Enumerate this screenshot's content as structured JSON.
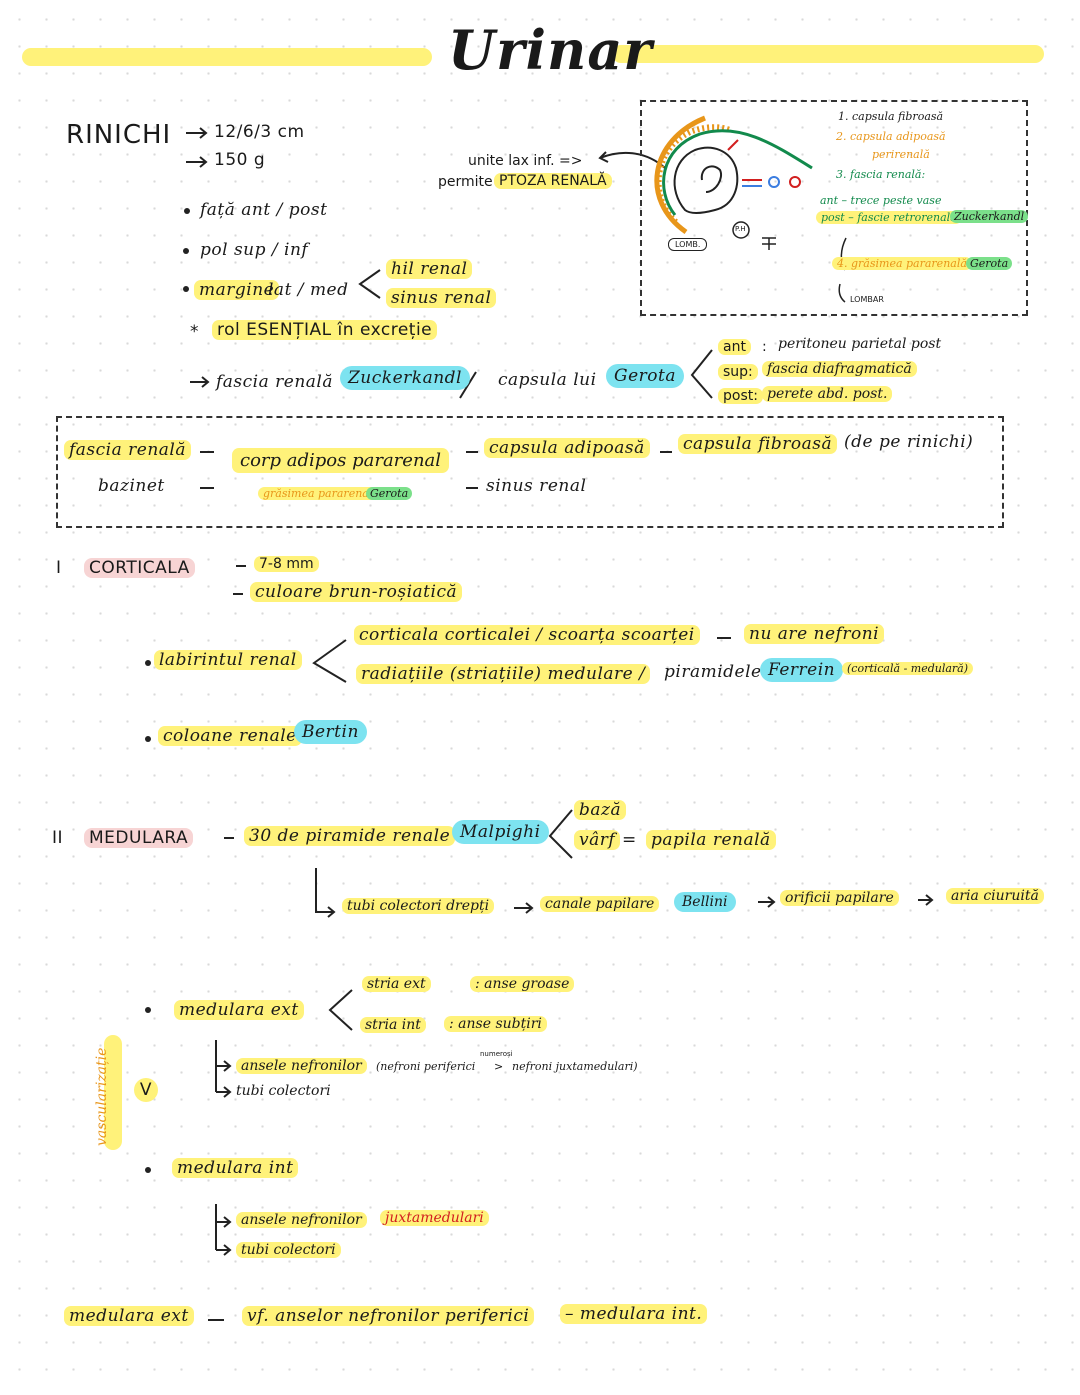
{
  "title": "Urinar",
  "rinichi": {
    "label": "RINICHI",
    "dims": "12/6/3 cm",
    "weight": "150 g",
    "items": [
      "față ant / post",
      "pol sup / inf",
      "margine",
      "lat / med",
      "hil renal",
      "sinus renal"
    ],
    "rol": "rol ESENȚIAL în excreție",
    "unite": "unite lax inf. =>",
    "permite": "permite",
    "ptoza": "PTOZA RENALĂ",
    "fascia": "fascia renală",
    "zuckerkandl": "Zuckerkandl",
    "capsula": "capsula lui",
    "gerota": "Gerota",
    "ant_label": "ant",
    "ant_text": "peritoneu parietal post",
    "sup_label": "sup:",
    "sup_text": "fascia diafragmatică",
    "post_label": "post:",
    "post_text": "perete abd. post."
  },
  "diagram": {
    "l1": "1. capsula fibroasă",
    "l2": "2. capsula adipoasă",
    "l2b": "perirenală",
    "l3": "3. fascia renală:",
    "ant": "ant – trece peste vase",
    "post": "post – fascie retrorenală",
    "zk": "Zuckerkandl",
    "l4": "4. grăsimea pararenală",
    "gerota": "Gerota",
    "lomb1": "LOMB.",
    "ph": "P.H",
    "lomb2": "LOMBAR"
  },
  "box2": {
    "fascia": "fascia renală",
    "bazinet": "bazinet",
    "corp": "corp adipos pararenal",
    "grasime": "grăsimea pararenală",
    "gerota": "Gerota",
    "cap_adip": "capsula adipoasă",
    "cap_fib": "capsula fibroasă",
    "de_pe": "(de pe rinichi)",
    "sinus": "sinus renal"
  },
  "corticala": {
    "num": "I",
    "label": "CORTICALA",
    "mm": "7-8 mm",
    "culoare": "culoare brun-roșiatică",
    "labirint": "labirintul renal",
    "cc": "corticala corticalei / scoarța scoarței",
    "nu": "nu are nefroni",
    "rad": "radiațiile (striațiile) medulare /",
    "pir": "piramidele",
    "ferrein": "Ferrein",
    "cm": "(corticală - medulară)",
    "coloane": "coloane renale",
    "bertin": "Bertin"
  },
  "medulara": {
    "num": "II",
    "label": "MEDULARA",
    "pir": "30 de piramide renale",
    "malpighi": "Malpighi",
    "baza": "bază",
    "varf": "vârf",
    "eq": "=",
    "papila": "papila renală",
    "tubi": "tubi colectori drepți",
    "canale": "canale papilare",
    "bellini": "Bellini",
    "orificii": "orificii papilare",
    "aria": "aria ciuruită",
    "ext": "medulara ext",
    "stria_ext": "stria ext",
    "anse_g": ": anse groase",
    "stria_int": "stria int",
    "anse_s": ": anse subțiri",
    "ansele": "ansele nefronilor",
    "nefp": "(nefroni periferici",
    "numerosi": "numeroși",
    "gt": ">",
    "nefj": "nefroni juxtamedulari)",
    "tubi2": "tubi colectori",
    "vasc": "vascularizație",
    "v": "V",
    "int": "medulara int",
    "ansele2": "ansele nefronilor",
    "juxta": "juxtamedulari",
    "tubi3": "tubi colectori",
    "footer1": "medulara ext",
    "footer2": "vf. anselor nefronilor periferici",
    "footer3": "– medulara int."
  }
}
